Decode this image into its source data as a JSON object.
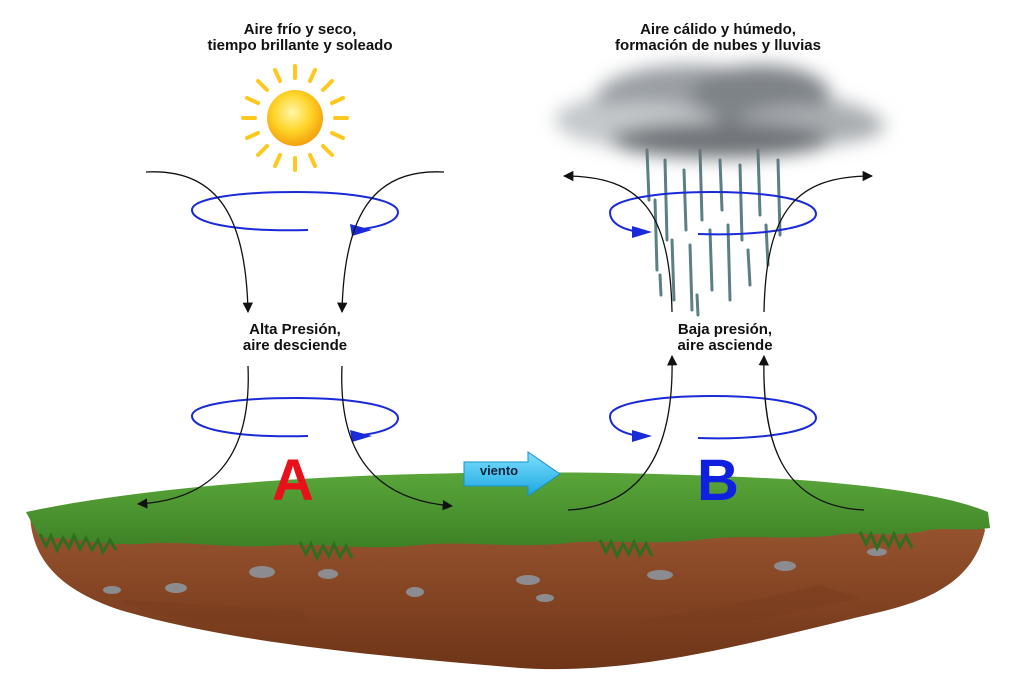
{
  "labels": {
    "high_caption": [
      "Aire frío y seco,",
      "tiempo brillante y soleado"
    ],
    "low_caption": [
      "Aire cálido y húmedo,",
      "formación de nubes y lluvias"
    ],
    "high_pressure": [
      "Alta Presión,",
      "aire desciende"
    ],
    "low_pressure": [
      "Baja presión,",
      "aire asciende"
    ],
    "high_letter": "A",
    "low_letter": "B",
    "wind": "viento"
  },
  "colors": {
    "high_letter": "#e8101a",
    "low_letter": "#1020e0",
    "rotation_arrows": "#1a2ad8",
    "air_flow": "#111111",
    "wind_arrow": "#3fc8f0",
    "grass": "#4f9a33",
    "soil": "#8a4a28",
    "sun": "#ffc81e",
    "cloud": "#8a8f94",
    "rain": "#5a7f85"
  },
  "icons": [
    "sun-icon",
    "rain-cloud-icon",
    "wind-arrow-icon"
  ]
}
